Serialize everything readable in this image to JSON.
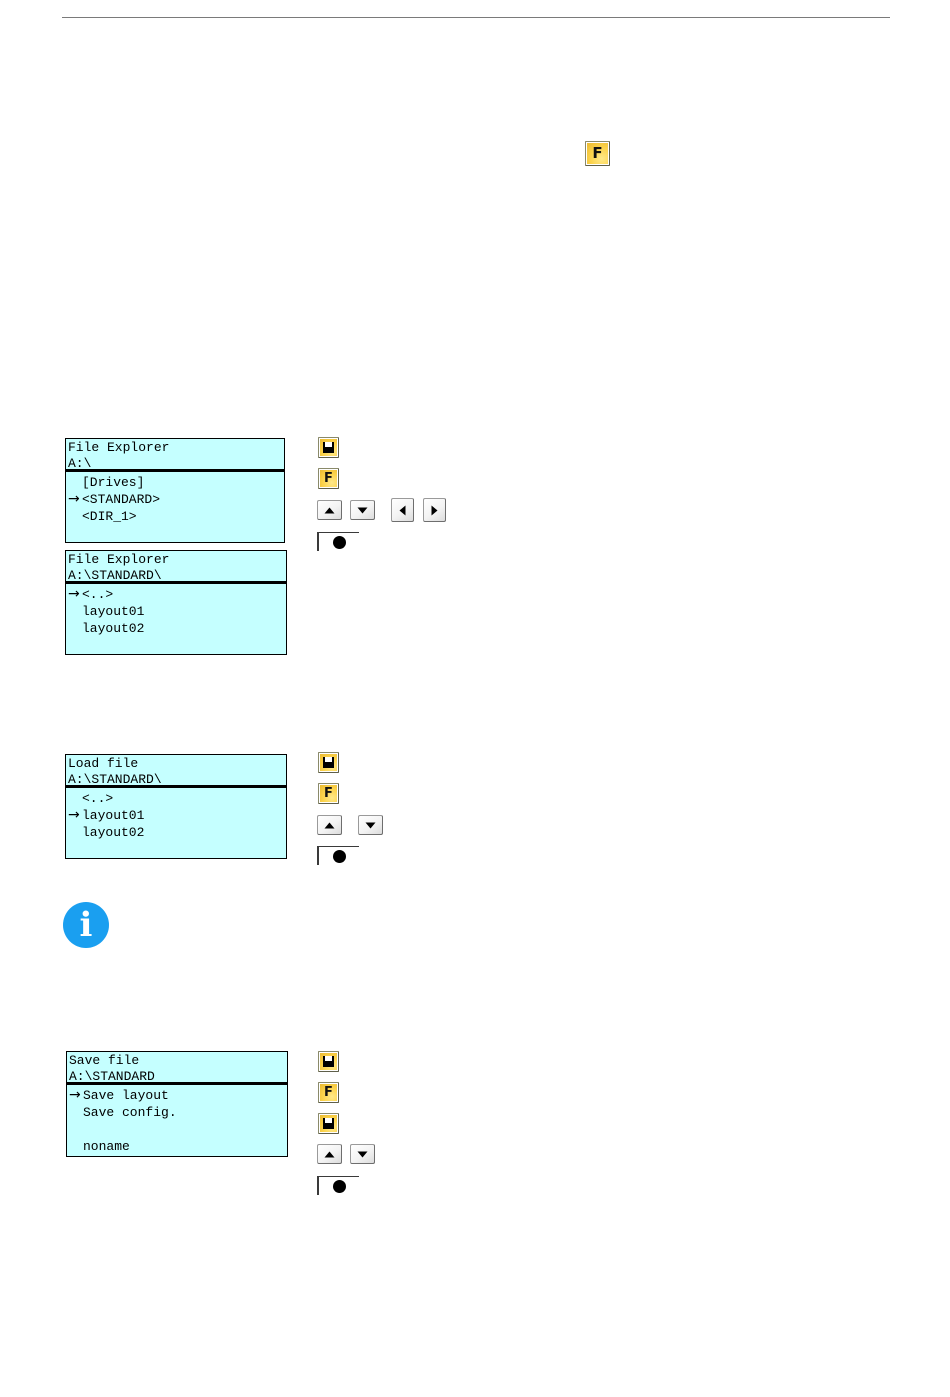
{
  "page": {
    "header_rule": "horizontal-rule"
  },
  "inline_key": {
    "label": "F",
    "name": "function-key-f"
  },
  "colors": {
    "lcd_background": "#C5FFFF",
    "lcd_border": "#000000",
    "key_yellow": "#FCD34B",
    "key_gray": "#F3F3F3",
    "info_blue": "#1A9FF0",
    "rule_gray": "#7A7A7A"
  },
  "panels": [
    {
      "id": "file-explorer-root",
      "header": {
        "title": "File Explorer",
        "path": "A:\\"
      },
      "rows": [
        {
          "text": "[Drives]",
          "selected": false
        },
        {
          "text": "<STANDARD>",
          "selected": true
        },
        {
          "text": "<DIR_1>",
          "selected": false
        },
        {
          "text": "",
          "selected": false
        }
      ]
    },
    {
      "id": "file-explorer-standard",
      "header": {
        "title": "File Explorer",
        "path": "A:\\STANDARD\\"
      },
      "rows": [
        {
          "text": "<..>",
          "selected": true
        },
        {
          "text": "layout01",
          "selected": false
        },
        {
          "text": "layout02",
          "selected": false
        },
        {
          "text": "",
          "selected": false
        }
      ]
    },
    {
      "id": "load-file",
      "header": {
        "title": "Load file",
        "path": "A:\\STANDARD\\"
      },
      "rows": [
        {
          "text": "<..>",
          "selected": false
        },
        {
          "text": "layout01",
          "selected": true
        },
        {
          "text": "layout02",
          "selected": false
        },
        {
          "text": "",
          "selected": false
        }
      ]
    },
    {
      "id": "save-file",
      "header": {
        "title": "Save file",
        "path": "A:\\STANDARD"
      },
      "rows": [
        {
          "text": "Save layout",
          "selected": true
        },
        {
          "text": "Save config.",
          "selected": false
        },
        {
          "text": "",
          "selected": false
        },
        {
          "text": "noname",
          "selected": false
        }
      ]
    }
  ],
  "key_groups": [
    {
      "id": "keys-file-explorer",
      "keys": [
        {
          "name": "save-disk-key",
          "type": "yellow-disk",
          "label": ""
        },
        {
          "name": "function-key-f",
          "type": "yellow-f",
          "label": "F"
        },
        {
          "name": "arrow-up-key",
          "type": "arrow-up",
          "label": ""
        },
        {
          "name": "arrow-down-key",
          "type": "arrow-down",
          "label": ""
        },
        {
          "name": "arrow-left-key",
          "type": "arrow-left",
          "label": ""
        },
        {
          "name": "arrow-right-key",
          "type": "arrow-right",
          "label": ""
        },
        {
          "name": "enter-knob-key",
          "type": "knob",
          "label": ""
        }
      ]
    },
    {
      "id": "keys-load-file",
      "keys": [
        {
          "name": "save-disk-key",
          "type": "yellow-disk",
          "label": ""
        },
        {
          "name": "function-key-f",
          "type": "yellow-f",
          "label": "F"
        },
        {
          "name": "arrow-up-key",
          "type": "arrow-up",
          "label": ""
        },
        {
          "name": "arrow-down-key",
          "type": "arrow-down",
          "label": ""
        },
        {
          "name": "enter-knob-key",
          "type": "knob",
          "label": ""
        }
      ]
    },
    {
      "id": "keys-save-file",
      "keys": [
        {
          "name": "save-disk-key",
          "type": "yellow-disk",
          "label": ""
        },
        {
          "name": "function-key-f",
          "type": "yellow-f",
          "label": "F"
        },
        {
          "name": "save-disk-key-2",
          "type": "yellow-disk",
          "label": ""
        },
        {
          "name": "arrow-up-key",
          "type": "arrow-up",
          "label": ""
        },
        {
          "name": "arrow-down-key",
          "type": "arrow-down",
          "label": ""
        },
        {
          "name": "enter-knob-key",
          "type": "knob",
          "label": ""
        }
      ]
    }
  ],
  "info_note": {
    "icon": "info-icon",
    "glyph": "i"
  }
}
